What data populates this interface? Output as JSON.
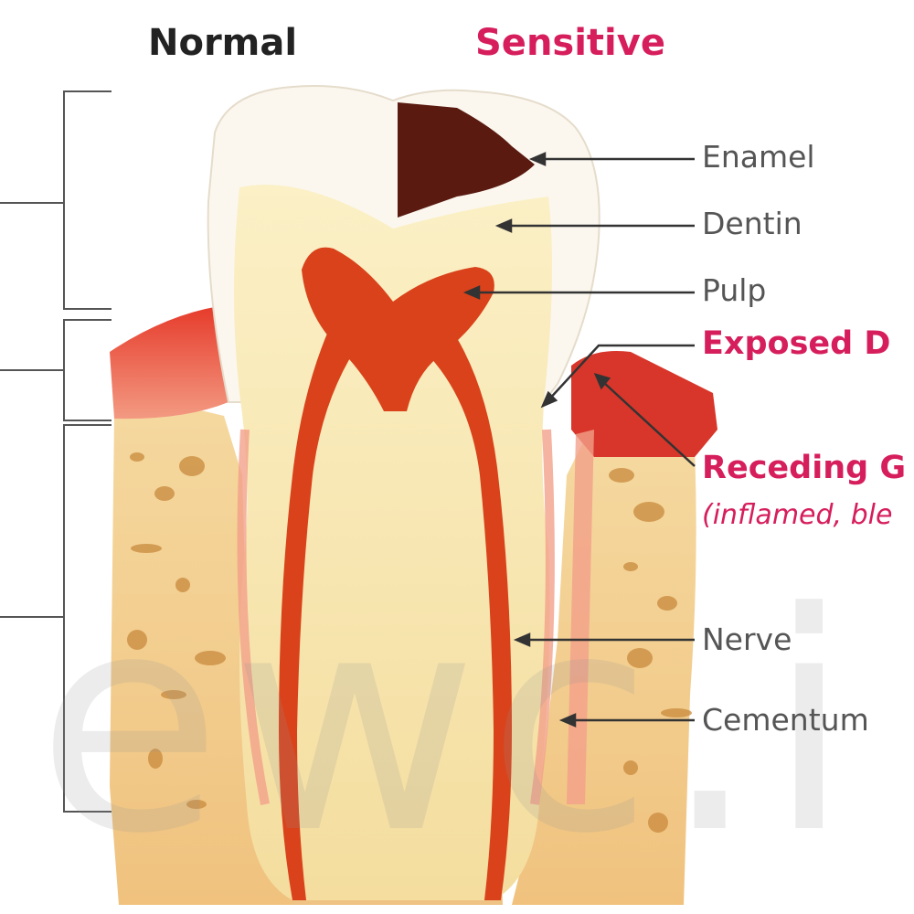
{
  "headers": {
    "normal": "Normal",
    "sensitive": "Sensitive"
  },
  "labels": {
    "enamel": "Enamel",
    "dentin": "Dentin",
    "pulp": "Pulp",
    "exposed": "Exposed D",
    "receding": "Receding G",
    "receding_note": "(inflamed, ble",
    "nerve": "Nerve",
    "cementum": "Cementum"
  },
  "watermark": "ewc.i",
  "colors": {
    "enamel": "#fbf7ef",
    "dentin": "#f6e7b0",
    "pulp": "#d9421a",
    "gum": "#e23a2a",
    "bone": "#f1c98a",
    "bone_pore": "#c98a3d",
    "decay": "#5a1a10",
    "accent": "#d61e5c"
  }
}
